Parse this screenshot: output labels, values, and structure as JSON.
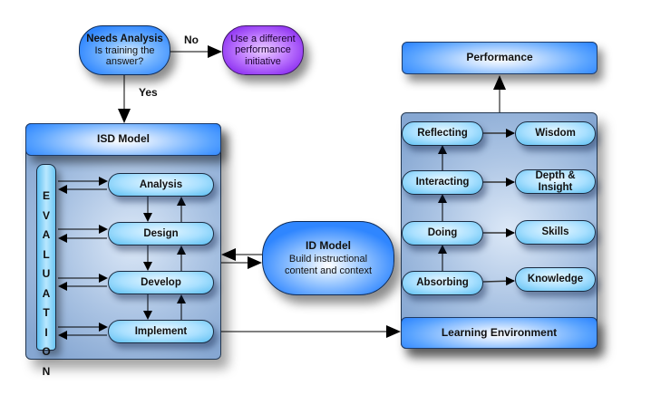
{
  "needs_analysis": {
    "title": "Needs Analysis",
    "question": "Is training the answer?"
  },
  "alternative": {
    "text": "Use a different performance initiative"
  },
  "decision_labels": {
    "no": "No",
    "yes": "Yes"
  },
  "isd_model": {
    "title": "ISD Model",
    "evaluation_letters": [
      "E",
      "V",
      "A",
      "L",
      "U",
      "A",
      "T",
      "I",
      "O",
      "N"
    ],
    "phases": [
      "Analysis",
      "Design",
      "Develop",
      "Implement"
    ]
  },
  "id_model": {
    "title": "ID Model",
    "description": "Build instructional content and context"
  },
  "performance": {
    "title": "Performance"
  },
  "learning_environment": {
    "title": "Learning Environment",
    "stages": [
      "Reflecting",
      "Interacting",
      "Doing",
      "Absorbing"
    ],
    "outcomes": [
      "Wisdom",
      "Depth & Insight",
      "Skills",
      "Knowledge"
    ]
  }
}
